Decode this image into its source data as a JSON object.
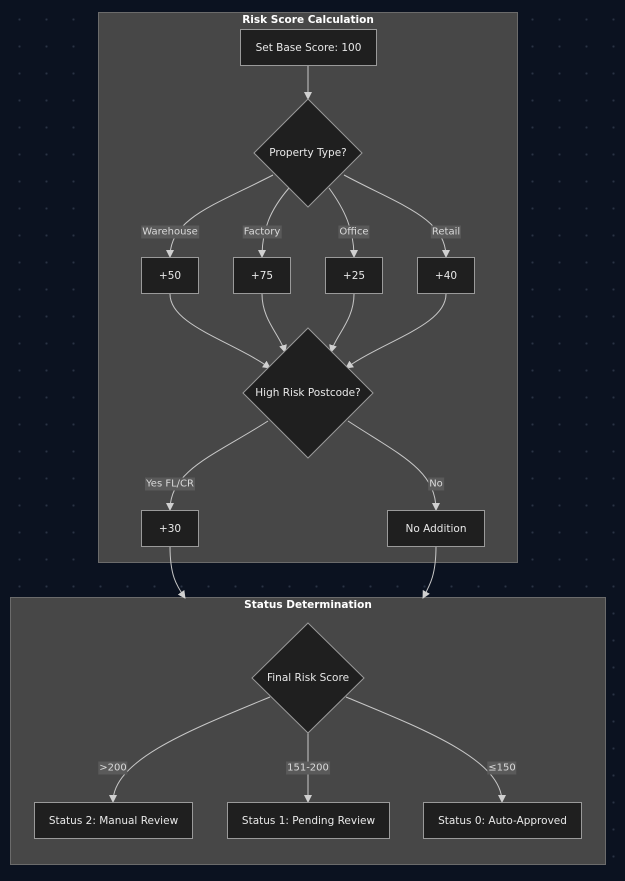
{
  "clusters": {
    "risk": {
      "title": "Risk Score Calculation"
    },
    "status": {
      "title": "Status Determination"
    }
  },
  "nodes": {
    "base": "Set Base Score: 100",
    "property_type": "Property Type?",
    "warehouse_add": "+50",
    "factory_add": "+75",
    "office_add": "+25",
    "retail_add": "+40",
    "postcode": "High Risk Postcode?",
    "yes_add": "+30",
    "no_add": "No Addition",
    "final": "Final Risk Score",
    "status2": "Status 2: Manual Review",
    "status1": "Status 1: Pending Review",
    "status0": "Status 0: Auto-Approved"
  },
  "edge_labels": {
    "warehouse": "Warehouse",
    "factory": "Factory",
    "office": "Office",
    "retail": "Retail",
    "yes": "Yes FL/CR",
    "no": "No",
    "gt200": ">200",
    "mid": "151-200",
    "le150": "≤150"
  },
  "colors": {
    "background": "#0b1220",
    "cluster_fill": "#474747",
    "node_fill": "#1f1f1f",
    "node_border": "#9a9a9a",
    "edge": "#c8c8c8"
  }
}
